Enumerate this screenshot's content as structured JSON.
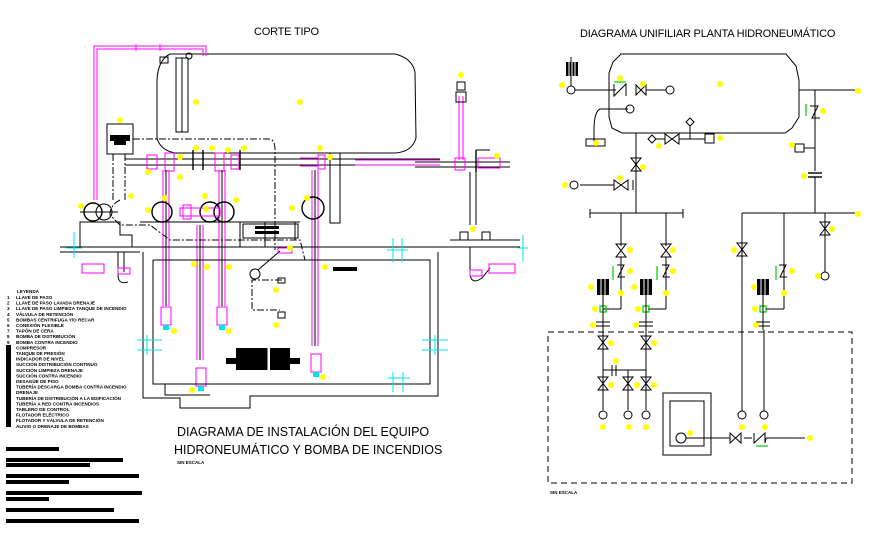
{
  "left_section": {
    "title": "CORTE TIPO",
    "caption_line1": "DIAGRAMA DE INSTALACIÓN DEL EQUIPO",
    "caption_line2": "HIDRONEUMÁTICO Y BOMBA DE INCENDIOS",
    "scale_note": "SIN ESCALA",
    "legend": {
      "title": "LEYENDA",
      "items": [
        {
          "num": "1",
          "text": "LLAVE DE PASO"
        },
        {
          "num": "2",
          "text": "LLAVE DE PASO LAVADA DRENAJE"
        },
        {
          "num": "3",
          "text": "LLAVE DE PASO LIMPIEZA TANQUE DE INCENDIO"
        },
        {
          "num": "4",
          "text": "VÁLVULA DE RETENCIÓN"
        },
        {
          "num": "5",
          "text": "BOMBAS CENTRIFUGA Y/O RECAR"
        },
        {
          "num": "6",
          "text": "CONEXIÓN FLEXIBLE"
        },
        {
          "num": "7",
          "text": "TAPÓN DE CERA"
        },
        {
          "num": "8",
          "text": "BOMBA DE DISTRIBUCIÓN"
        },
        {
          "num": "9",
          "text": "BOMBA CONTRA INCENDIO"
        },
        {
          "num": "",
          "text": "COMPRESOR"
        },
        {
          "num": "",
          "text": "TANQUE DE PRESIÓN"
        },
        {
          "num": "",
          "text": "INDICADOR DE NIVEL"
        },
        {
          "num": "",
          "text": "SUCCIÓN DISTRIBUCIÓN CONTINUO"
        },
        {
          "num": "",
          "text": "SUCCIÓN LIMPIEZA DRENAJE"
        },
        {
          "num": "",
          "text": "SUCCIÓN CONTRA INCENDIO"
        },
        {
          "num": "",
          "text": "DESAGÜE DE PISO"
        },
        {
          "num": "",
          "text": "TUBERÍA DESCARGA BOMBA CONTRA INCENDIO"
        },
        {
          "num": "",
          "text": "DRENAJE"
        },
        {
          "num": "",
          "text": "TUBERÍA DE DISTRIBUCIÓN A LA EDIFICACIÓN"
        },
        {
          "num": "",
          "text": "TUBERÍA A RED CONTRA INCENDIOS"
        },
        {
          "num": "",
          "text": "TABLERO DE CONTROL"
        },
        {
          "num": "",
          "text": "FLOTADOR ELÉCTRICO"
        },
        {
          "num": "",
          "text": "FLOTADOR Y VÁLVULA DE RETENCIÓN"
        },
        {
          "num": "",
          "text": "ALIVIO O DRENAJE DE BOMBAS"
        }
      ]
    }
  },
  "right_section": {
    "title": "DIAGRAMA UNIFILIAR PLANTA HIDRONEUMÁTICO",
    "scale_note": "SIN ESCALA"
  },
  "colors": {
    "background": "#ffffff",
    "line": "#000000",
    "pipe_magenta": "#ff00ff",
    "axis_cyan": "#00e5ee",
    "callout_yellow": "#ffff00",
    "flow_green": "#00cc00"
  }
}
